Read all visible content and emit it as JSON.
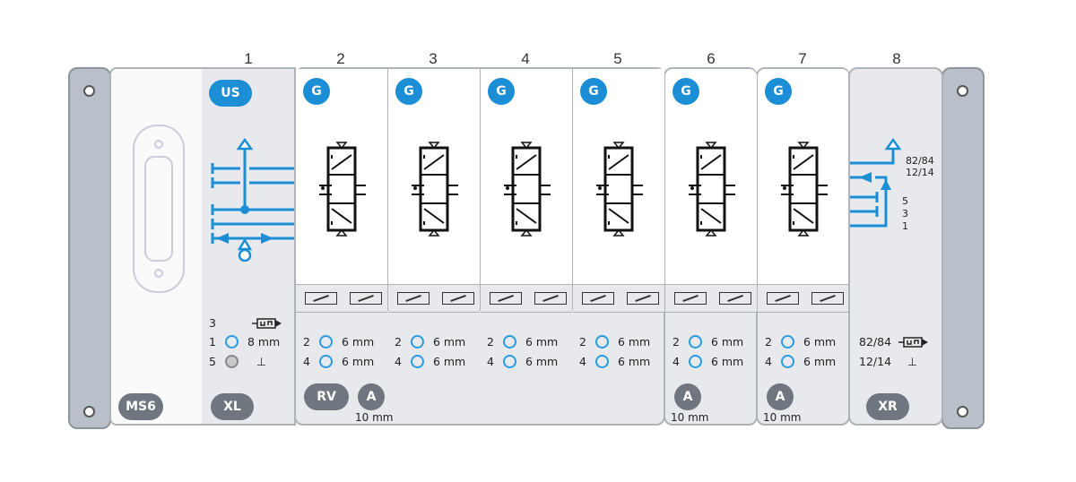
{
  "column_numbers": [
    "1",
    "2",
    "3",
    "4",
    "5",
    "6",
    "7",
    "8"
  ],
  "supply_module": {
    "label": "MS6"
  },
  "left_end": {
    "top_badge": "US",
    "bottom_badge": "XL",
    "ports": [
      {
        "port": "3",
        "spec": "silencer"
      },
      {
        "port": "1",
        "spec": "8 mm"
      },
      {
        "port": "5",
        "spec": "⊥"
      }
    ]
  },
  "valves": [
    {
      "col": "2",
      "badge": "G",
      "ports": [
        {
          "port": "2",
          "size": "6 mm"
        },
        {
          "port": "4",
          "size": "6 mm"
        }
      ]
    },
    {
      "col": "3",
      "badge": "G",
      "ports": [
        {
          "port": "2",
          "size": "6 mm"
        },
        {
          "port": "4",
          "size": "6 mm"
        }
      ]
    },
    {
      "col": "4",
      "badge": "G",
      "ports": [
        {
          "port": "2",
          "size": "6 mm"
        },
        {
          "port": "4",
          "size": "6 mm"
        }
      ]
    },
    {
      "col": "5",
      "badge": "G",
      "ports": [
        {
          "port": "2",
          "size": "6 mm"
        },
        {
          "port": "4",
          "size": "6 mm"
        }
      ]
    },
    {
      "col": "6",
      "badge": "G",
      "ports": [
        {
          "port": "2",
          "size": "6 mm"
        },
        {
          "port": "4",
          "size": "6 mm"
        }
      ]
    },
    {
      "col": "7",
      "badge": "G",
      "ports": [
        {
          "port": "2",
          "size": "6 mm"
        },
        {
          "port": "4",
          "size": "6 mm"
        }
      ]
    }
  ],
  "group_badges": {
    "rv": "RV",
    "a": "A",
    "a_size": "10 mm"
  },
  "right_end": {
    "bottom_badge": "XR",
    "line_labels": [
      "82/84",
      "12/14",
      "5",
      "3",
      "1"
    ],
    "ports": [
      {
        "port": "82/84",
        "spec": "silencer"
      },
      {
        "port": "12/14",
        "spec": "⊥"
      }
    ]
  },
  "colors": {
    "accent": "#1b8ed6",
    "badge_gray": "#6f7680",
    "panel": "#e7e9ec",
    "plate": "#b9c0ca"
  }
}
